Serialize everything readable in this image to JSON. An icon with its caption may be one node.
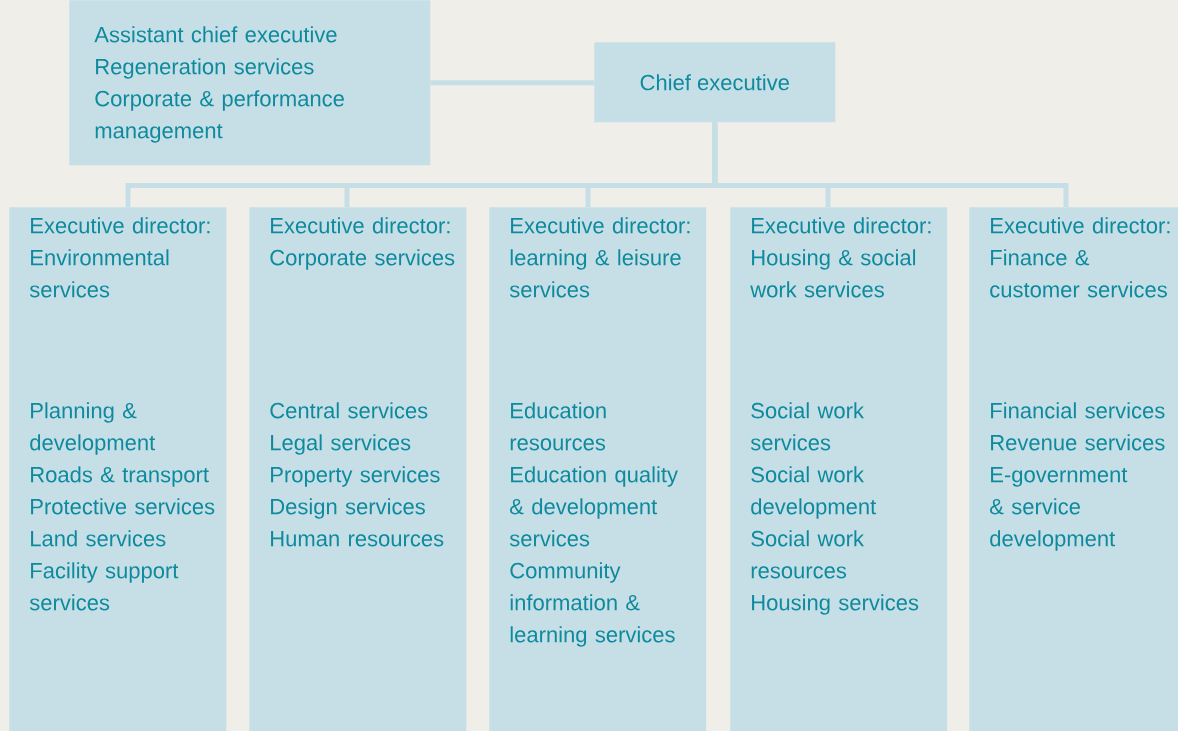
{
  "diagram": {
    "nodes": [
      {
        "text": [
          "Assistant chief executive",
          "Regeneration services",
          "Corporate & performance management"
        ]
      },
      {
        "text": [
          "Chief executive"
        ]
      },
      {
        "text": [
          "Executive director: Environmental services",
          "Planning & development",
          "Roads & transport",
          "Protective services",
          "Land services",
          "Facility support services"
        ]
      },
      {
        "text": [
          "Executive director: Corporate services",
          "Central services",
          "Legal services",
          "Property services",
          "Design services",
          "Human resources"
        ]
      },
      {
        "text": [
          "Executive director: learning & leisure services",
          "Education resources",
          "Education quality & development services",
          "Community information & learning services"
        ]
      },
      {
        "text": [
          "Executive director: Housing & social work services",
          "Social work services",
          "Social work development",
          "Social work resources",
          "Housing services"
        ]
      },
      {
        "text": [
          "Executive director: Finance & customer services",
          "Financial services",
          "Revenue services",
          "E-government & service development"
        ]
      }
    ],
    "edges": [
      {
        "from": 0,
        "to": 1,
        "arrow": "none"
      },
      {
        "from": 1,
        "to": 2,
        "arrow": "none"
      },
      {
        "from": 1,
        "to": 3,
        "arrow": "none"
      },
      {
        "from": 1,
        "to": 4,
        "arrow": "none"
      },
      {
        "from": 1,
        "to": 5,
        "arrow": "none"
      },
      {
        "from": 1,
        "to": 6,
        "arrow": "none"
      }
    ]
  }
}
